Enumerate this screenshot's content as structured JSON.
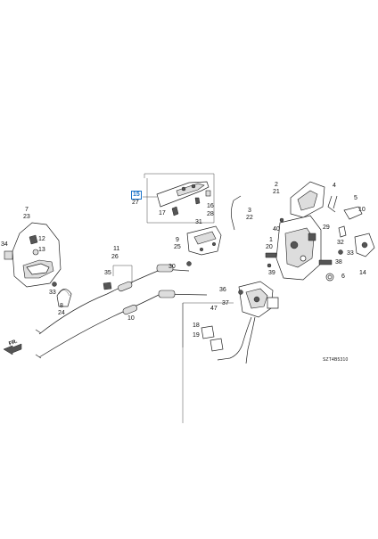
{
  "callouts": [
    {
      "id": "c-15",
      "text": "15",
      "highlight": true
    },
    {
      "id": "c-27",
      "text": "27"
    },
    {
      "id": "c-17",
      "text": "17"
    },
    {
      "id": "c-16",
      "text": "16"
    },
    {
      "id": "c-28",
      "text": "28"
    },
    {
      "id": "c-31",
      "text": "31"
    },
    {
      "id": "c-3",
      "text": "3"
    },
    {
      "id": "c-22",
      "text": "22"
    },
    {
      "id": "c-2",
      "text": "2"
    },
    {
      "id": "c-21",
      "text": "21"
    },
    {
      "id": "c-4",
      "text": "4"
    },
    {
      "id": "c-5",
      "text": "5"
    },
    {
      "id": "c-10a",
      "text": "10"
    },
    {
      "id": "c-29",
      "text": "29"
    },
    {
      "id": "c-7",
      "text": "7"
    },
    {
      "id": "c-23",
      "text": "23"
    },
    {
      "id": "c-12",
      "text": "12"
    },
    {
      "id": "c-13",
      "text": "13"
    },
    {
      "id": "c-34",
      "text": "34"
    },
    {
      "id": "c-9",
      "text": "9"
    },
    {
      "id": "c-25",
      "text": "25"
    },
    {
      "id": "c-30",
      "text": "30"
    },
    {
      "id": "c-40",
      "text": "40"
    },
    {
      "id": "c-1",
      "text": "1"
    },
    {
      "id": "c-20",
      "text": "20"
    },
    {
      "id": "c-32",
      "text": "32"
    },
    {
      "id": "c-33",
      "text": "33"
    },
    {
      "id": "c-11",
      "text": "11"
    },
    {
      "id": "c-26",
      "text": "26"
    },
    {
      "id": "c-39",
      "text": "39"
    },
    {
      "id": "c-38",
      "text": "38"
    },
    {
      "id": "c-14",
      "text": "14"
    },
    {
      "id": "c-6",
      "text": "6"
    },
    {
      "id": "c-33b",
      "text": "33"
    },
    {
      "id": "c-35",
      "text": "35"
    },
    {
      "id": "c-8",
      "text": "8"
    },
    {
      "id": "c-24",
      "text": "24"
    },
    {
      "id": "c-36",
      "text": "36"
    },
    {
      "id": "c-37",
      "text": "37"
    },
    {
      "id": "c-47",
      "text": "47"
    },
    {
      "id": "c-10b",
      "text": "10"
    },
    {
      "id": "c-18",
      "text": "18"
    },
    {
      "id": "c-19",
      "text": "19"
    }
  ],
  "direction_label": "FR.",
  "diagram_code": "SZT4B5310"
}
